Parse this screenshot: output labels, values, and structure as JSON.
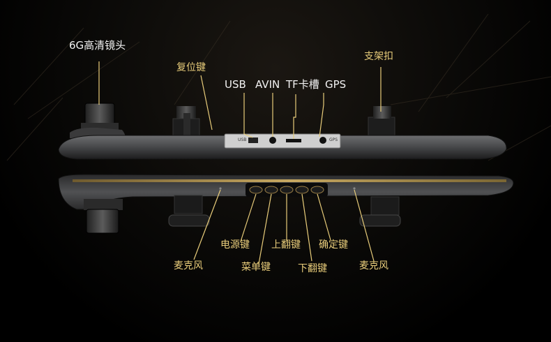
{
  "colors": {
    "label_gold": "#e8cc7a",
    "label_white": "#f2f2f2",
    "leader": "#e8cc7a"
  },
  "top_view": {
    "camera": "6G高清镜头",
    "reset": "复位键",
    "mount": "支架扣",
    "ports": [
      "USB",
      "AVIN",
      "TF卡槽",
      "GPS"
    ],
    "port_print": [
      "USB",
      "GPS"
    ]
  },
  "bottom_view": {
    "mic_left": "麦克风",
    "power": "电源键",
    "menu": "菜单键",
    "up": "上翻键",
    "down": "下翻键",
    "ok": "确定键",
    "mic_right": "麦克风"
  }
}
